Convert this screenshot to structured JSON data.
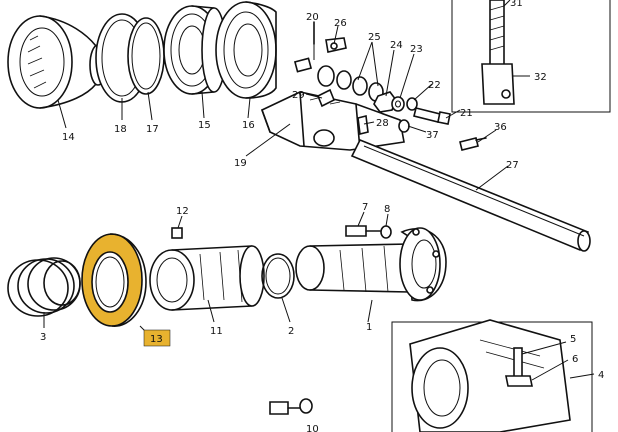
{
  "highlight_color": "#e8b22f",
  "labels": {
    "p1": "1",
    "p2": "2",
    "p3": "3",
    "p4": "4",
    "p5": "5",
    "p6": "6",
    "p7": "7",
    "p8": "8",
    "p11": "11",
    "p12": "12",
    "p13": "13",
    "p14": "14",
    "p15": "15",
    "p16": "16",
    "p17": "17",
    "p18": "18",
    "p19": "19",
    "p20": "20",
    "p21": "21",
    "p22": "22",
    "p23": "23",
    "p24": "24",
    "p25": "25",
    "p26": "26",
    "p27": "27",
    "p28": "28",
    "p29": "29",
    "p31": "31",
    "p32": "32",
    "p36": "36",
    "p37": "37",
    "p_bottom": "10"
  }
}
